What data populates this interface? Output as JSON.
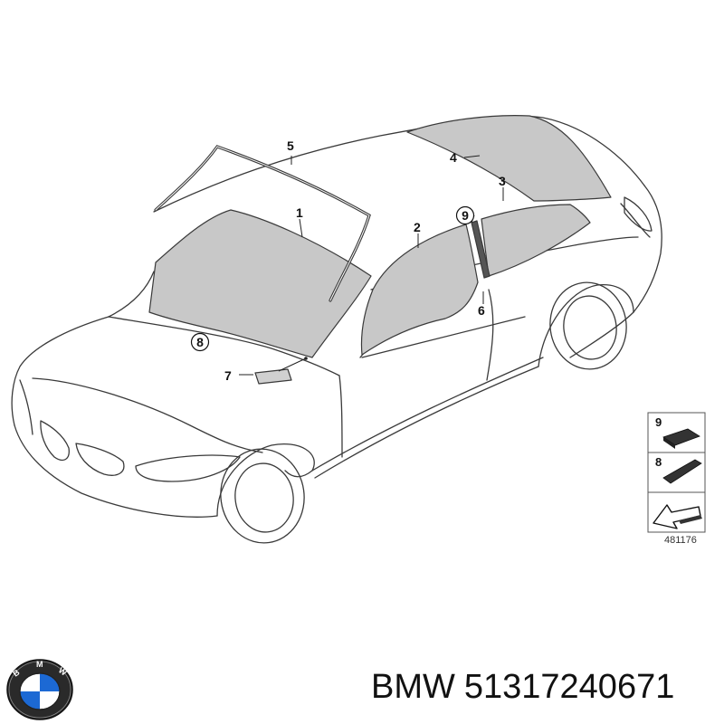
{
  "callouts": {
    "c1": "1",
    "c2": "2",
    "c3": "3",
    "c4": "4",
    "c5": "5",
    "c6": "6",
    "c7": "7",
    "c8": "8",
    "c9": "9"
  },
  "legend": {
    "item_9": "9",
    "item_8": "8"
  },
  "diagram_number": "481176",
  "footer": {
    "brand": "BMW",
    "part_number": "51317240671"
  },
  "colors": {
    "glass": "#c8c8c8",
    "outline": "#3a3a3a",
    "logo_blue": "#1c69d4"
  }
}
